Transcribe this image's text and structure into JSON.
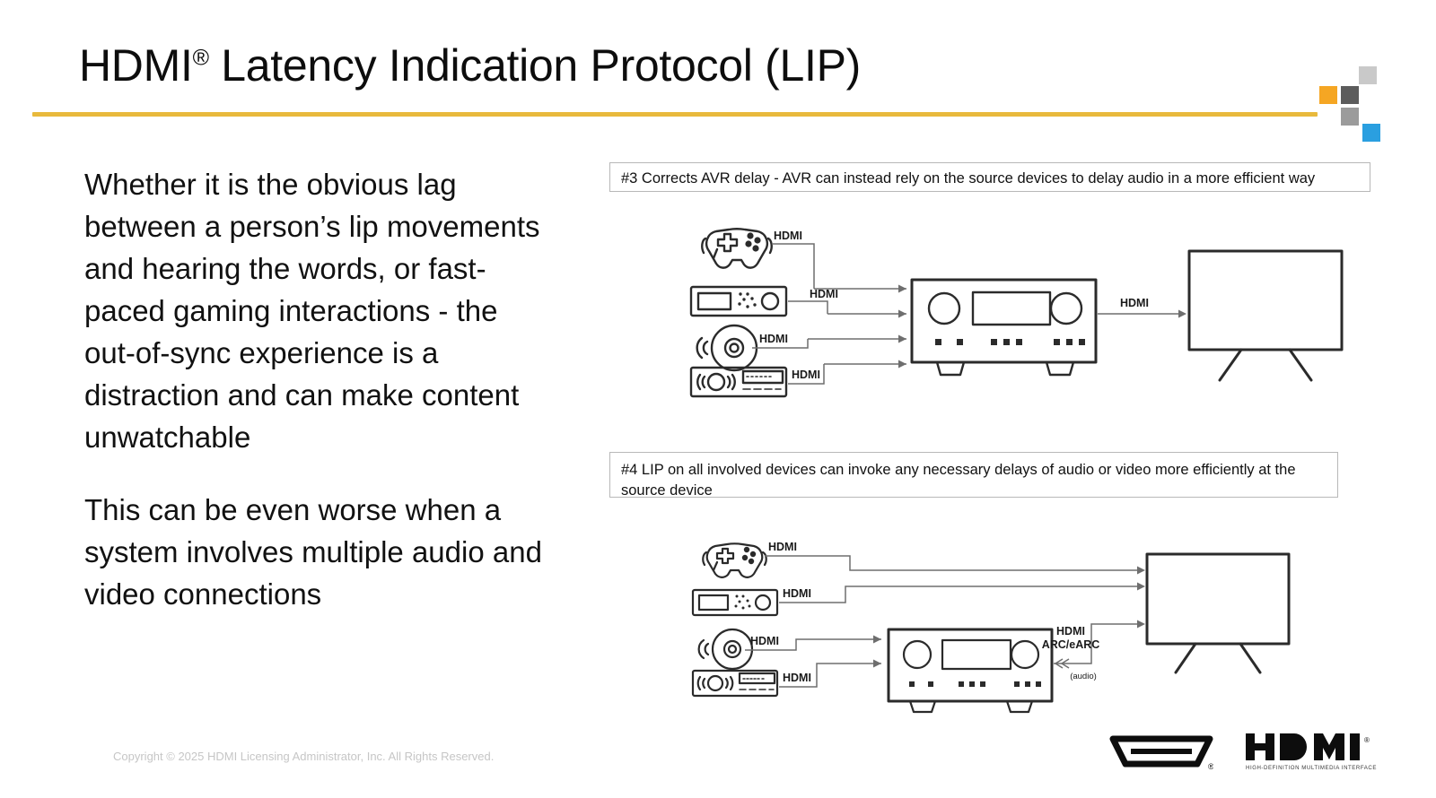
{
  "slide": {
    "title_main": "HDMI",
    "title_sup": "®",
    "title_rest": " Latency Indication Protocol (LIP)",
    "title_full": "HDMI® Latency Indication Protocol (LIP)"
  },
  "body": {
    "paragraphs": [
      "Whether it is the obvious lag between a person’s lip movements and hearing the words, or fast-paced gaming interactions - the out-of-sync experience is a distraction and can make content unwatchable",
      "This can be even worse when a system involves multiple audio and video connections"
    ]
  },
  "captions": {
    "caption_3": "#3 Corrects AVR delay - AVR can instead rely on the source devices to delay audio in a more efficient way",
    "caption_4": "#4 LIP on all involved devices can invoke any necessary delays of audio or video more efficiently at the source device"
  },
  "diagram_1": {
    "name": "AVR-centric routing diagram",
    "devices": [
      {
        "id": "gamepad",
        "label": "Game console / controller"
      },
      {
        "id": "set-top-box",
        "label": "Set-top box"
      },
      {
        "id": "disc-player",
        "label": "Disc player"
      },
      {
        "id": "streaming-receiver",
        "label": "Streaming receiver"
      },
      {
        "id": "avr",
        "label": "AV Receiver"
      },
      {
        "id": "tv",
        "label": "Television"
      }
    ],
    "link_labels": [
      "HDMI",
      "HDMI",
      "HDMI",
      "HDMI"
    ],
    "output_label": "HDMI"
  },
  "diagram_2": {
    "name": "LIP distributed routing diagram",
    "devices": [
      {
        "id": "gamepad",
        "label": "Game console / controller"
      },
      {
        "id": "set-top-box",
        "label": "Set-top box"
      },
      {
        "id": "disc-player",
        "label": "Disc player"
      },
      {
        "id": "streaming-receiver",
        "label": "Streaming receiver"
      },
      {
        "id": "avr",
        "label": "AV Receiver"
      },
      {
        "id": "tv",
        "label": "Television"
      }
    ],
    "link_labels": [
      "HDMI",
      "HDMI",
      "HDMI",
      "HDMI"
    ],
    "arc_label_line1": "HDMI",
    "arc_label_line2": "ARC/eARC",
    "arc_note": "(audio)"
  },
  "footer": {
    "copyright": "Copyright © 2025 HDMI Licensing Administrator, Inc.  All Rights Reserved.",
    "logo_wordmark": "HDMI",
    "logo_registered": "®",
    "logo_tagline": "HIGH-DEFINITION MULTIMEDIA INTERFACE"
  },
  "colors": {
    "accent_rule": "#e8b93c",
    "deco_orange": "#f5a623",
    "deco_dark_gray": "#5c5c5c",
    "deco_light_gray": "#c9c9c9",
    "deco_mid_gray": "#9b9b9b",
    "deco_blue": "#2a9fe0",
    "text": "#111111",
    "caption_border": "#b8b8b8",
    "footer_text": "#c6c6c6"
  }
}
